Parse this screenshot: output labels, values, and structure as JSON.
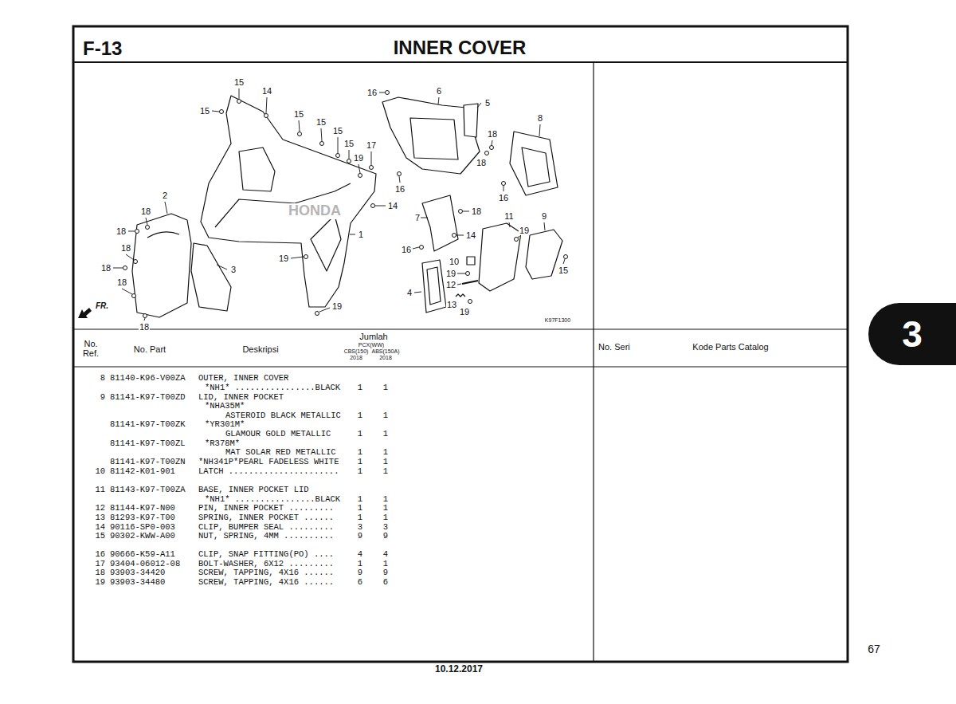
{
  "diagram": {
    "title": "INNER COVER",
    "nodes": [
      {
        "text": [
          "3"
        ]
      }
    ],
    "labels": [
      "F-13",
      "15",
      "14",
      "15",
      "15",
      "15",
      "15",
      "15",
      "17",
      "19",
      "16",
      "6",
      "5",
      "8",
      "18",
      "18",
      "16",
      "16",
      "2",
      "18",
      "18",
      "18",
      "18",
      "18",
      "18",
      "3",
      "1",
      "14",
      "18",
      "7",
      "11",
      "9",
      "14",
      "19",
      "16",
      "10",
      "19",
      "12",
      "4",
      "13",
      "19",
      "15",
      "19",
      "19",
      "FR.",
      "K97F1300",
      "HONDA",
      "No. Ref.",
      "No. Part",
      "Deskripsi",
      "Jumlah",
      "PCX(WW)",
      "CBS(150)",
      "ABS(150A)",
      "2018",
      "2018",
      "No. Seri",
      "Kode Parts Catalog",
      "8",
      "81140-K96-V00ZA",
      "OUTER, INNER COVER",
      "*NH1* ................BLACK",
      "1",
      "1",
      "9",
      "81141-K97-T00ZD",
      "LID, INNER POCKET",
      "*NHA35M*",
      "ASTEROID BLACK METALLIC",
      "1",
      "1",
      "81141-K97-T00ZK",
      "*YR301M*",
      "GLAMOUR GOLD METALLIC",
      "1",
      "1",
      "81141-K97-T00ZL",
      "*R378M*",
      "MAT SOLAR RED METALLIC",
      "1",
      "1",
      "81141-K97-T00ZN",
      "*NH341P*PEARL FADELESS WHITE",
      "1",
      "1",
      "10",
      "81142-K01-901",
      "LATCH ......................",
      "1",
      "1",
      "11",
      "81143-K97-T00ZA",
      "BASE, INNER POCKET LID",
      "*NH1* ................BLACK",
      "1",
      "1",
      "12",
      "81144-K97-N00",
      "PIN, INNER POCKET .........",
      "1",
      "1",
      "13",
      "81293-K97-T00",
      "SPRING, INNER POCKET ......",
      "1",
      "1",
      "14",
      "90116-SP0-003",
      "CLIP, BUMPER SEAL .........",
      "3",
      "3",
      "15",
      "90302-KWW-A00",
      "NUT, SPRING, 4MM ..........",
      "9",
      "9",
      "16",
      "90666-K59-A11",
      "CLIP, SNAP FITTING(PO) ....",
      "4",
      "4",
      "17",
      "93404-06012-08",
      "BOLT-WASHER, 6X12 .........",
      "1",
      "1",
      "18",
      "93903-34420",
      "SCREW, TAPPING, 4X16 ......",
      "9",
      "9",
      "19",
      "93903-34480",
      "SCREW, TAPPING, 4X16 ......",
      "6",
      "6",
      "67",
      "10.12.2017"
    ]
  }
}
